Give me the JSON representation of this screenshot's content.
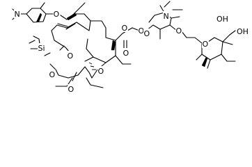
{
  "molecule": {
    "atoms": {
      "n1": "N",
      "o1": "O",
      "o2": "O",
      "si": "Si",
      "o3": "O",
      "o4": "O",
      "o5": "O",
      "o6": "O",
      "o7": "O",
      "o8": "O",
      "o9": "O",
      "n2": "N",
      "o10": "O",
      "o11": "O",
      "oh1": "OH",
      "oh2": "OH"
    }
  }
}
